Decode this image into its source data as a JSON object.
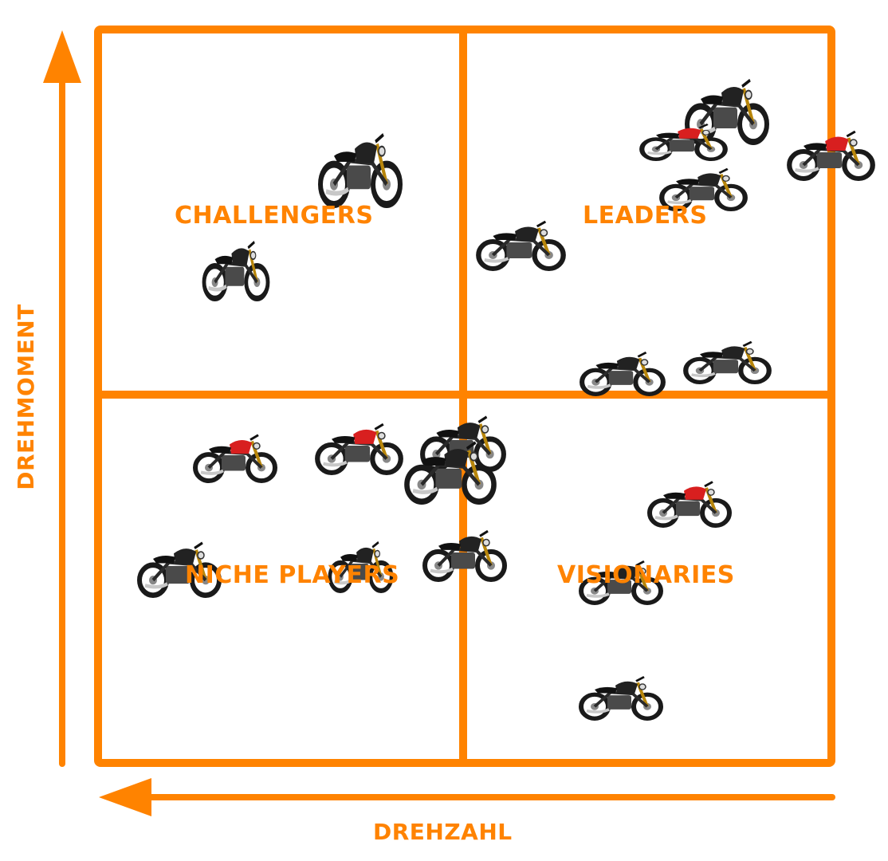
{
  "colors": {
    "accent": "#ff8300",
    "moto_red": "#d81f1f",
    "moto_dark": "#222222",
    "moto_chrome": "#c8c8c8"
  },
  "quadrants": {
    "top_left": "CHALLENGERS",
    "top_right": "LEADERS",
    "bottom_left": "NICHE PLAYERS",
    "bottom_right": "VISIONARIES"
  },
  "axes": {
    "x_label": "DREHZAHL",
    "y_label": "DREHMOMENT"
  },
  "motorcycles": [
    {
      "icon": "naked-bike-icon",
      "color": "moto_dark"
    },
    {
      "icon": "naked-bike-icon",
      "color": "moto_dark"
    },
    {
      "icon": "cruiser-bike-icon",
      "color": "moto_dark"
    },
    {
      "icon": "touring-bike-icon",
      "color": "moto_red"
    },
    {
      "icon": "electric-bike-icon",
      "color": "moto_red"
    },
    {
      "icon": "cruiser-bike-icon",
      "color": "moto_dark"
    },
    {
      "icon": "power-cruiser-icon",
      "color": "moto_dark"
    },
    {
      "icon": "classic-bike-icon",
      "color": "moto_dark"
    },
    {
      "icon": "cruiser-bike-icon",
      "color": "moto_dark"
    },
    {
      "icon": "naked-bike-icon",
      "color": "moto_red"
    },
    {
      "icon": "naked-bike-icon",
      "color": "moto_red"
    },
    {
      "icon": "naked-bike-icon",
      "color": "moto_dark"
    },
    {
      "icon": "roadster-bike-icon",
      "color": "moto_dark"
    },
    {
      "icon": "classic-bike-icon",
      "color": "moto_red"
    },
    {
      "icon": "scrambler-bike-icon",
      "color": "moto_dark"
    },
    {
      "icon": "naked-bike-icon",
      "color": "moto_dark"
    },
    {
      "icon": "naked-bike-icon",
      "color": "moto_dark"
    },
    {
      "icon": "street-bike-icon",
      "color": "moto_dark"
    },
    {
      "icon": "classic-bike-icon",
      "color": "moto_dark"
    }
  ]
}
